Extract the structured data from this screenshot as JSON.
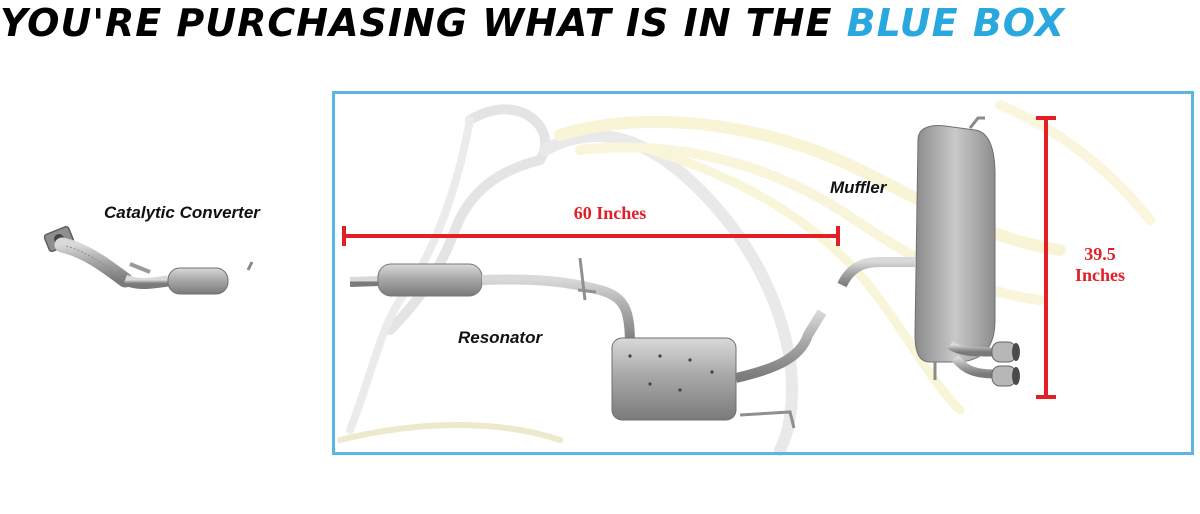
{
  "headline": {
    "prefix": "YOU'RE PURCHASING WHAT IS IN THE ",
    "highlight": "BLUE BOX",
    "highlight_color": "#29a8e0"
  },
  "box_color": "#5bb6e1",
  "dimension_color": "#e21e26",
  "parts": {
    "catalytic_converter": "Catalytic Converter",
    "resonator": "Resonator",
    "muffler": "Muffler"
  },
  "dimensions": {
    "length": "60 Inches",
    "height_value": "39.5",
    "height_unit": "Inches"
  }
}
